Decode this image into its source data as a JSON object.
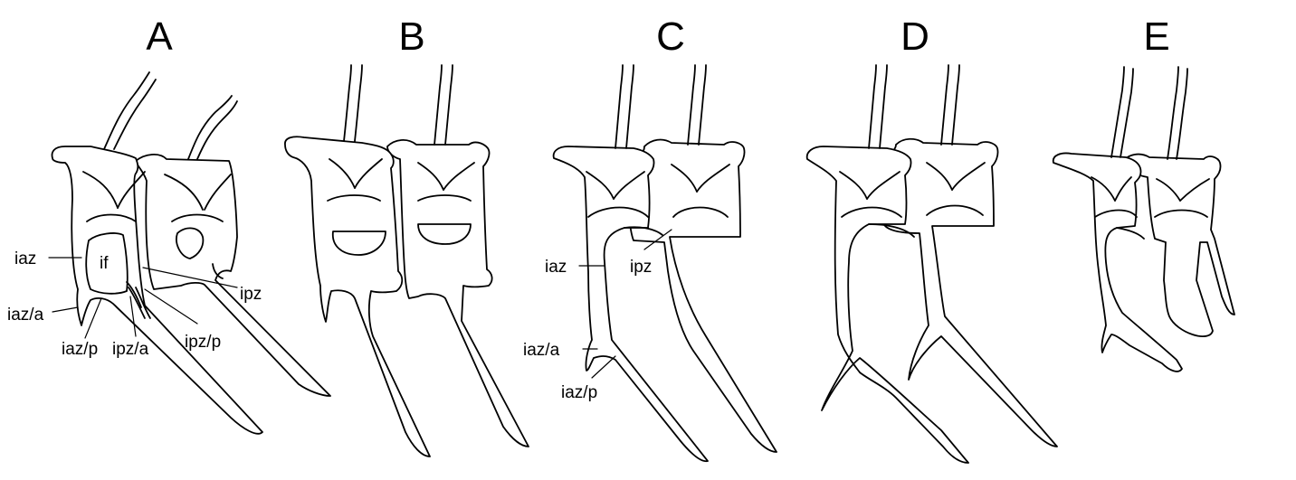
{
  "panels": [
    {
      "letter": "A"
    },
    {
      "letter": "B"
    },
    {
      "letter": "C"
    },
    {
      "letter": "D"
    },
    {
      "letter": "E"
    }
  ],
  "labels": {
    "a_iaz": "iaz",
    "a_if": "if",
    "a_ipz": "ipz",
    "a_iaz_a": "iaz/a",
    "a_ipz_p": "ipz/p",
    "a_iaz_p": "iaz/p",
    "a_ipz_a": "ipz/a",
    "c_iaz": "iaz",
    "c_ipz": "ipz",
    "c_iaz_a": "iaz/a",
    "c_iaz_p": "iaz/p"
  }
}
